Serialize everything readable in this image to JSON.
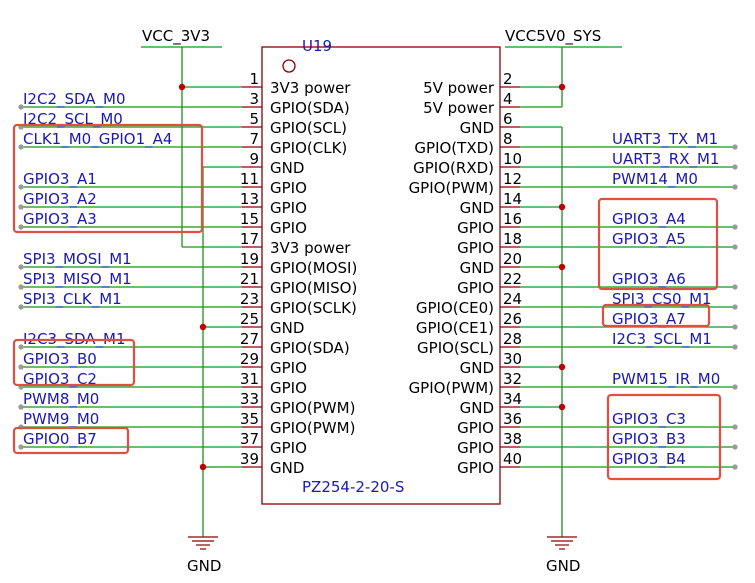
{
  "component": {
    "designator": "U19",
    "part_number": "PZ254-2-20-S"
  },
  "power": {
    "left_rail": "VCC_3V3",
    "right_rail": "VCC5V0_SYS",
    "ground_left": "GND",
    "ground_right": "GND"
  },
  "left_pins": [
    {
      "num": "1",
      "name": "3V3 power",
      "net": ""
    },
    {
      "num": "3",
      "name": "GPIO(SDA)",
      "net": "I2C2_SDA_M0"
    },
    {
      "num": "5",
      "name": "GPIO(SCL)",
      "net": "I2C2_SCL_M0"
    },
    {
      "num": "7",
      "name": "GPIO(CLK)",
      "net": "CLK1_M0_GPIO1_A4"
    },
    {
      "num": "9",
      "name": "GND",
      "net": ""
    },
    {
      "num": "11",
      "name": "GPIO",
      "net": "GPIO3_A1"
    },
    {
      "num": "13",
      "name": "GPIO",
      "net": "GPIO3_A2"
    },
    {
      "num": "15",
      "name": "GPIO",
      "net": "GPIO3_A3"
    },
    {
      "num": "17",
      "name": "3V3 power",
      "net": ""
    },
    {
      "num": "19",
      "name": "GPIO(MOSI)",
      "net": "SPI3_MOSI_M1"
    },
    {
      "num": "21",
      "name": "GPIO(MISO)",
      "net": "SPI3_MISO_M1"
    },
    {
      "num": "23",
      "name": "GPIO(SCLK)",
      "net": "SPI3_CLK_M1"
    },
    {
      "num": "25",
      "name": "GND",
      "net": ""
    },
    {
      "num": "27",
      "name": "GPIO(SDA)",
      "net": "I2C3_SDA_M1"
    },
    {
      "num": "29",
      "name": "GPIO",
      "net": "GPIO3_B0"
    },
    {
      "num": "31",
      "name": "GPIO",
      "net": "GPIO3_C2"
    },
    {
      "num": "33",
      "name": "GPIO(PWM)",
      "net": "PWM8_M0"
    },
    {
      "num": "35",
      "name": "GPIO(PWM)",
      "net": "PWM9_M0"
    },
    {
      "num": "37",
      "name": "GPIO",
      "net": "GPIO0_B7"
    },
    {
      "num": "39",
      "name": "GND",
      "net": ""
    }
  ],
  "right_pins": [
    {
      "num": "2",
      "name": "5V power",
      "net": ""
    },
    {
      "num": "4",
      "name": "5V power",
      "net": ""
    },
    {
      "num": "6",
      "name": "GND",
      "net": ""
    },
    {
      "num": "8",
      "name": "GPIO(TXD)",
      "net": "UART3_TX_M1"
    },
    {
      "num": "10",
      "name": "GPIO(RXD)",
      "net": "UART3_RX_M1"
    },
    {
      "num": "12",
      "name": "GPIO(PWM)",
      "net": "PWM14_M0"
    },
    {
      "num": "14",
      "name": "GND",
      "net": ""
    },
    {
      "num": "16",
      "name": "GPIO",
      "net": "GPIO3_A4"
    },
    {
      "num": "18",
      "name": "GPIO",
      "net": "GPIO3_A5"
    },
    {
      "num": "20",
      "name": "GND",
      "net": ""
    },
    {
      "num": "22",
      "name": "GPIO",
      "net": "GPIO3_A6"
    },
    {
      "num": "24",
      "name": "GPIO(CE0)",
      "net": "SPI3_CS0_M1"
    },
    {
      "num": "26",
      "name": "GPIO(CE1)",
      "net": "GPIO3_A7"
    },
    {
      "num": "28",
      "name": "GPIO(SCL)",
      "net": "I2C3_SCL_M1"
    },
    {
      "num": "30",
      "name": "GND",
      "net": ""
    },
    {
      "num": "32",
      "name": "GPIO(PWM)",
      "net": "PWM15_IR_M0"
    },
    {
      "num": "34",
      "name": "GND",
      "net": ""
    },
    {
      "num": "36",
      "name": "GPIO",
      "net": "GPIO3_C3"
    },
    {
      "num": "38",
      "name": "GPIO",
      "net": "GPIO3_B3"
    },
    {
      "num": "40",
      "name": "GPIO",
      "net": "GPIO3_B4"
    }
  ],
  "colors": {
    "wire": "#199519",
    "component_outline": "#8a0000",
    "net_label": "#1a1ab0",
    "highlight_box": "#e05040",
    "junction": "#c00000"
  }
}
